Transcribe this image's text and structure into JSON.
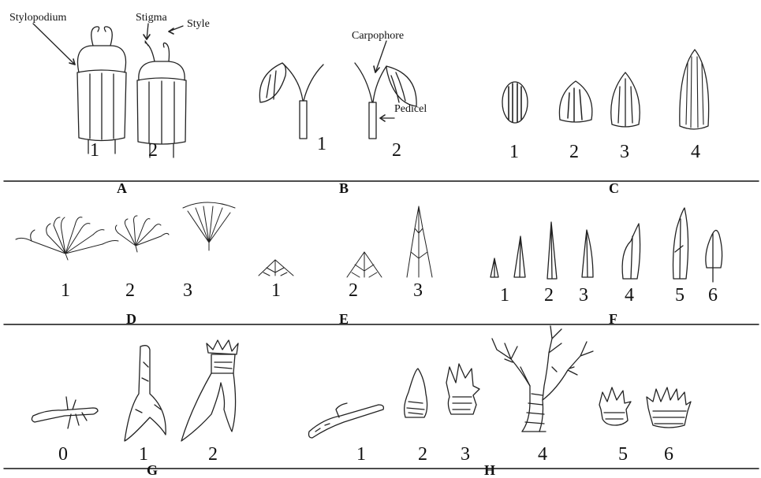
{
  "annotations": {
    "stylopodium": "Stylopodium",
    "stigma": "Stigma",
    "style": "Style",
    "carpophore": "Carpophore",
    "pedicel": "Pedicel"
  },
  "panels": {
    "A": {
      "letter": "A",
      "numbers": [
        "1",
        "2"
      ]
    },
    "B": {
      "letter": "B",
      "numbers": [
        "1",
        "2"
      ]
    },
    "C": {
      "letter": "C",
      "numbers": [
        "1",
        "2",
        "3",
        "4"
      ]
    },
    "D": {
      "letter": "D",
      "numbers": [
        "1",
        "2",
        "3"
      ]
    },
    "E": {
      "letter": "E",
      "numbers": [
        "1",
        "2",
        "3"
      ]
    },
    "F": {
      "letter": "F",
      "numbers": [
        "1",
        "2",
        "3",
        "4",
        "5",
        "6"
      ]
    },
    "G": {
      "letter": "G",
      "numbers": [
        "0",
        "1",
        "2"
      ]
    },
    "H": {
      "letter": "H",
      "numbers": [
        "1",
        "2",
        "3",
        "4",
        "5",
        "6"
      ]
    }
  }
}
